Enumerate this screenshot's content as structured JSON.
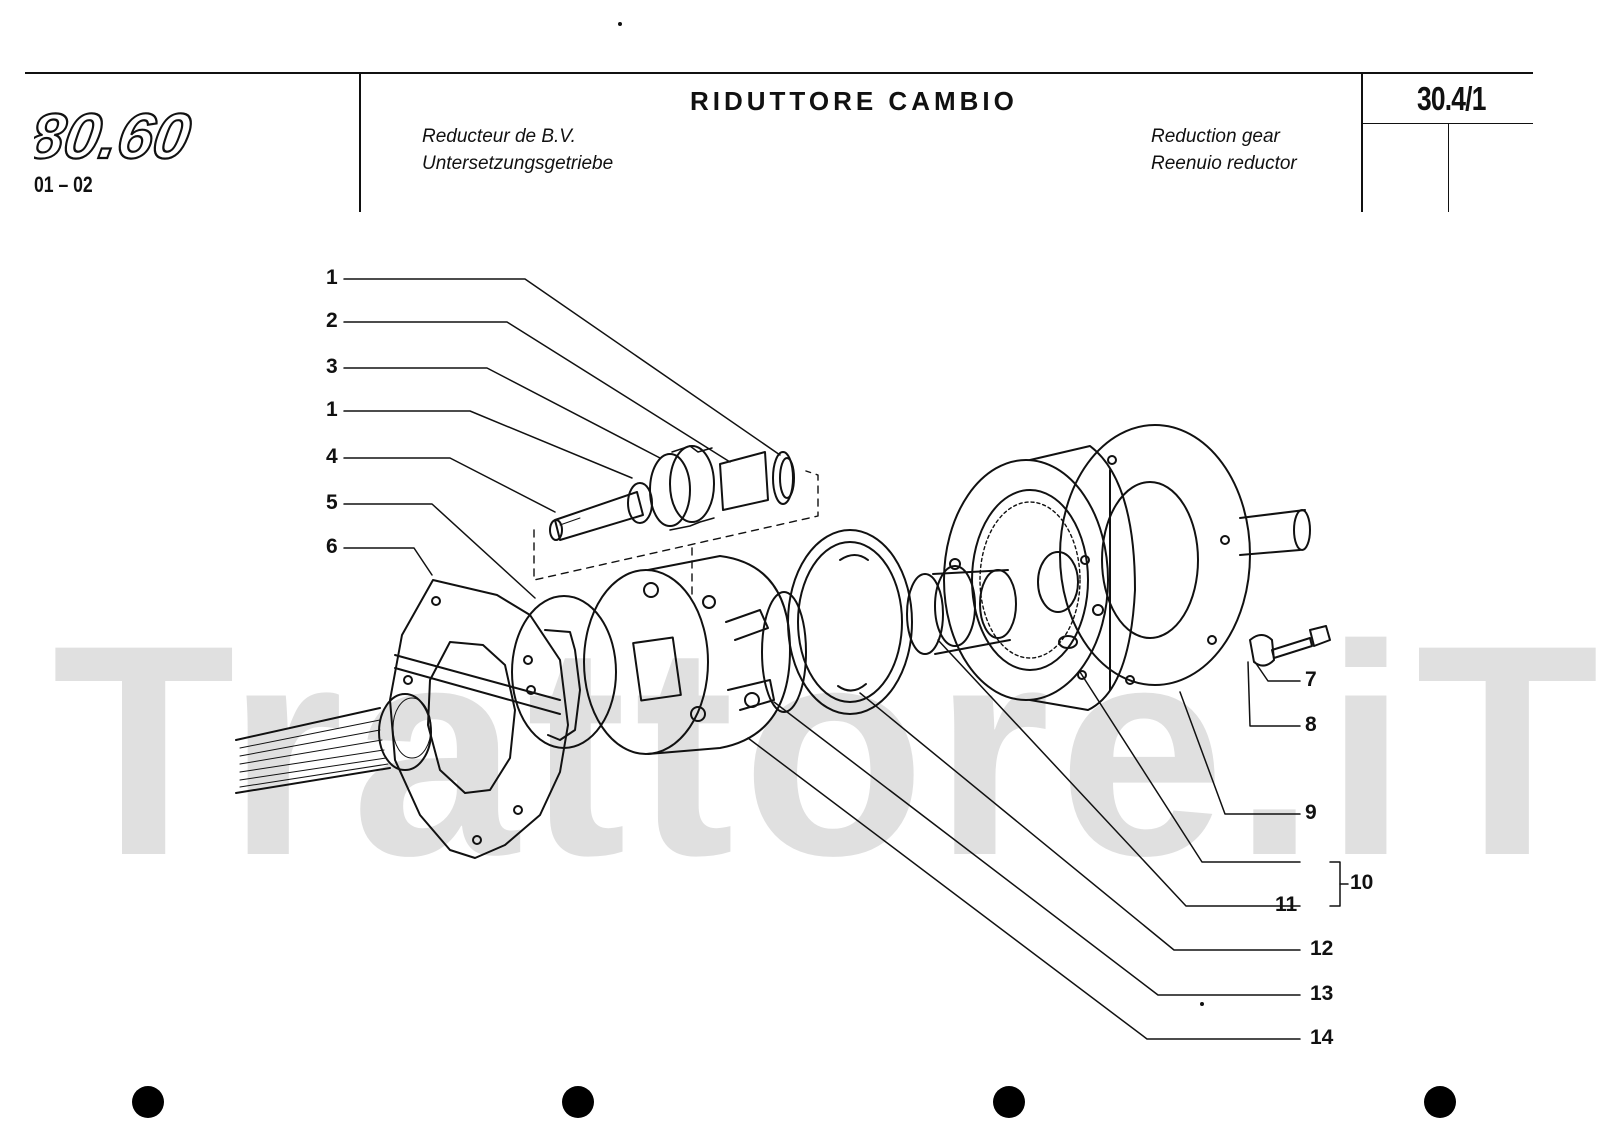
{
  "header": {
    "logo_text": "80.60",
    "model_code": "01 – 02",
    "title": "RIDUTTORE CAMBIO",
    "subtitle_fr": "Reducteur de B.V.",
    "subtitle_de": "Untersetzungsgetriebe",
    "subtitle_en": "Reduction gear",
    "subtitle_es": "Reenuio reductor",
    "page_number": "30.4/1"
  },
  "watermark": "Trattore.iT",
  "callouts": [
    {
      "id": "c1a",
      "label": "1"
    },
    {
      "id": "c2",
      "label": "2"
    },
    {
      "id": "c3",
      "label": "3"
    },
    {
      "id": "c1b",
      "label": "1"
    },
    {
      "id": "c4",
      "label": "4"
    },
    {
      "id": "c5",
      "label": "5"
    },
    {
      "id": "c6",
      "label": "6"
    },
    {
      "id": "c7",
      "label": "7"
    },
    {
      "id": "c8",
      "label": "8"
    },
    {
      "id": "c9",
      "label": "9"
    },
    {
      "id": "c10",
      "label": "10"
    },
    {
      "id": "c11",
      "label": "11"
    },
    {
      "id": "c12",
      "label": "12"
    },
    {
      "id": "c13",
      "label": "13"
    },
    {
      "id": "c14",
      "label": "14"
    }
  ]
}
